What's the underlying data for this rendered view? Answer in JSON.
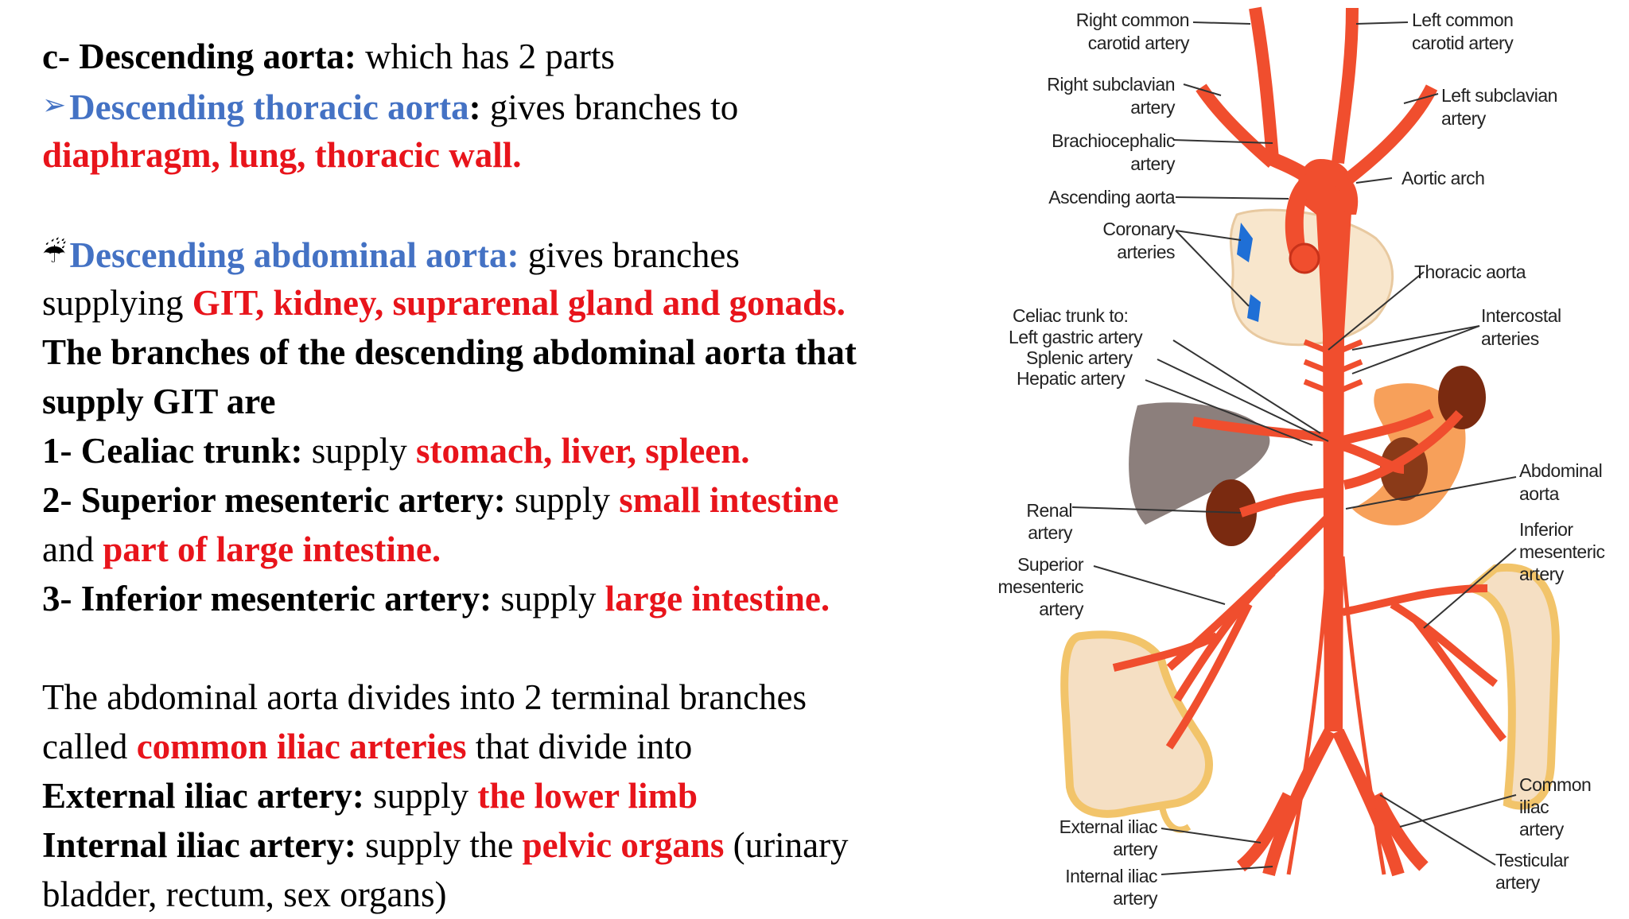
{
  "text": {
    "l1": {
      "prefix": "c- Descending aorta:",
      "rest": " which has 2 parts"
    },
    "l2": {
      "bullet": "➢",
      "term": "Descending thoracic aorta",
      "colon": ":",
      "rest": " gives branches to"
    },
    "l3": {
      "red": "diaphragm, lung, thoracic wall."
    },
    "l4": {
      "bullet": "☔",
      "term": "Descending abdominal aorta:",
      "rest": " gives branches"
    },
    "l5": {
      "plain": "supplying ",
      "red": "GIT, kidney, suprarenal gland and gonads."
    },
    "l6": {
      "bold": "The branches of the descending abdominal aorta that"
    },
    "l7": {
      "bold": "supply GIT are"
    },
    "l8": {
      "bold": " 1- Cealiac trunk:",
      "plain": " supply ",
      "red": "stomach, liver, spleen."
    },
    "l9": {
      "bold": "2- Superior mesenteric artery:",
      "plain": " supply ",
      "red": "small intestine"
    },
    "l10": {
      "plain": "and ",
      "red": "part of large intestine."
    },
    "l11": {
      "bold": "3- Inferior mesenteric artery:",
      "plain": " supply ",
      "red": "large intestine."
    },
    "l12": {
      "plain": "The abdominal aorta divides into 2 terminal branches"
    },
    "l13": {
      "plain1": "called ",
      "red": "common iliac arteries",
      "plain2": " that divide into"
    },
    "l14": {
      "bold": "External iliac artery:",
      "plain": " supply ",
      "red": "the lower limb"
    },
    "l15": {
      "bold": "Internal iliac artery:",
      "plain": " supply the ",
      "red": "pelvic organs",
      "plain2": " (urinary"
    },
    "l16": {
      "plain": "bladder, rectum, sex organs)"
    }
  },
  "diagram": {
    "labels": {
      "right_common_carotid_1": "Right common",
      "right_common_carotid_2": "carotid artery",
      "left_common_carotid_1": "Left common",
      "left_common_carotid_2": "carotid artery",
      "right_subclavian_1": "Right subclavian",
      "right_subclavian_2": "artery",
      "left_subclavian_1": "Left subclavian",
      "left_subclavian_2": "artery",
      "brachiocephalic_1": "Brachiocephalic",
      "brachiocephalic_2": "artery",
      "aortic_arch": "Aortic arch",
      "ascending_aorta": "Ascending aorta",
      "coronary_1": "Coronary",
      "coronary_2": "arteries",
      "thoracic_aorta": "Thoracic aorta",
      "celiac_1": "Celiac trunk to:",
      "celiac_2": "Left gastric artery",
      "celiac_3": "Splenic artery",
      "celiac_4": "Hepatic artery",
      "intercostal_1": "Intercostal",
      "intercostal_2": "arteries",
      "abdominal_1": "Abdominal",
      "abdominal_2": "aorta",
      "renal_1": "Renal",
      "renal_2": "artery",
      "inferior_mes_1": "Inferior",
      "inferior_mes_2": "mesenteric",
      "inferior_mes_3": "artery",
      "superior_mes_1": "Superior",
      "superior_mes_2": "mesenteric",
      "superior_mes_3": "artery",
      "common_iliac_1": "Common",
      "common_iliac_2": "iliac",
      "common_iliac_3": "artery",
      "external_iliac_1": "External iliac",
      "external_iliac_2": "artery",
      "testicular_1": "Testicular",
      "testicular_2": "artery",
      "internal_iliac_1": "Internal iliac",
      "internal_iliac_2": "artery"
    },
    "colors": {
      "artery": "#f04e2e",
      "artery_dark": "#c8321a",
      "heart": "#f8e6cc",
      "vein_blue": "#1f6fd6",
      "liver": "#8c7f7c",
      "kidney": "#7a2a10",
      "stomach": "#f7a05a",
      "colon": "#f5dfc3",
      "colon_edge": "#f2c46a"
    }
  }
}
